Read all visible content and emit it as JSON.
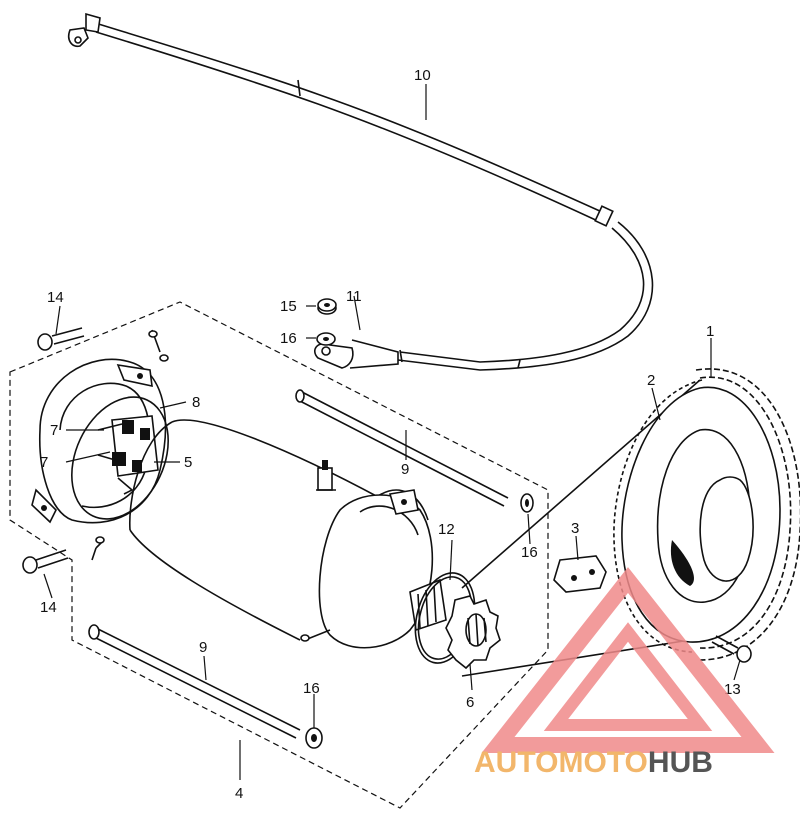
{
  "callouts": {
    "c1": "1",
    "c2": "2",
    "c3": "3",
    "c4": "4",
    "c5": "5",
    "c6": "6",
    "c7a": "7",
    "c7b": "7",
    "c8": "8",
    "c9a": "9",
    "c9b": "9",
    "c10": "10",
    "c11": "11",
    "c12": "12",
    "c13": "13",
    "c14a": "14",
    "c14b": "14",
    "c15": "15",
    "c16a": "16",
    "c16b": "16",
    "c16c": "16"
  },
  "watermark": {
    "part1": "AUTOMOTO",
    "part2": "HUB",
    "color_accent": "#f08a8a",
    "color_orange": "#f2b66b",
    "color_gray": "#555555"
  }
}
